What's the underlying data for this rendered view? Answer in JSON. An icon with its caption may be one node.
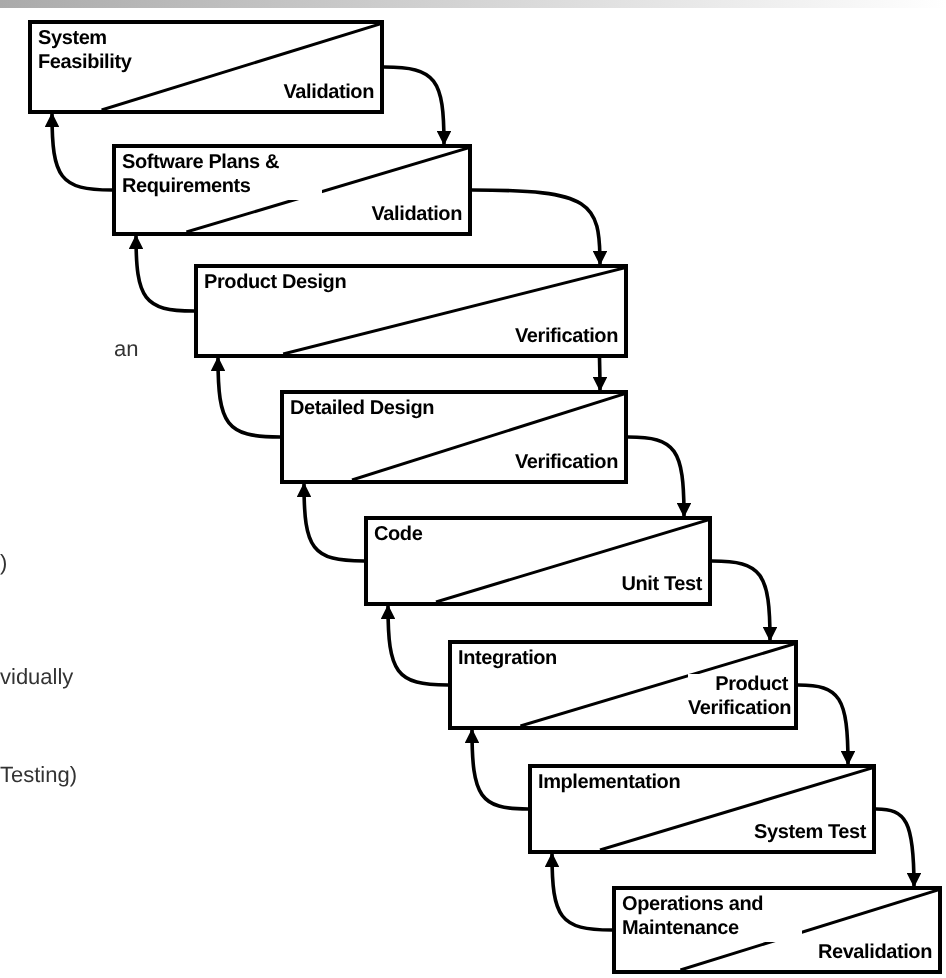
{
  "diagram": {
    "nodes": [
      {
        "text": [
          "System Feasibility",
          "Validation"
        ]
      },
      {
        "text": [
          "Software Plans & Requirements",
          "Validation"
        ]
      },
      {
        "text": [
          "Product Design",
          "Verification"
        ]
      },
      {
        "text": [
          "Detailed Design",
          "Verification"
        ]
      },
      {
        "text": [
          "Code",
          "Unit Test"
        ]
      },
      {
        "text": [
          "Integration",
          "Product Verification"
        ]
      },
      {
        "text": [
          "Implementation",
          "System Test"
        ]
      },
      {
        "text": [
          "Operations and Maintenance",
          "Revalidation"
        ]
      }
    ],
    "edges": [
      {
        "from": 0,
        "to": 1,
        "arrow": "to"
      },
      {
        "from": 1,
        "to": 0,
        "arrow": "to"
      },
      {
        "from": 1,
        "to": 2,
        "arrow": "to"
      },
      {
        "from": 2,
        "to": 1,
        "arrow": "to"
      },
      {
        "from": 2,
        "to": 3,
        "arrow": "to"
      },
      {
        "from": 3,
        "to": 2,
        "arrow": "to"
      },
      {
        "from": 3,
        "to": 4,
        "arrow": "to"
      },
      {
        "from": 4,
        "to": 3,
        "arrow": "to"
      },
      {
        "from": 4,
        "to": 5,
        "arrow": "to"
      },
      {
        "from": 5,
        "to": 4,
        "arrow": "to"
      },
      {
        "from": 5,
        "to": 6,
        "arrow": "to"
      },
      {
        "from": 6,
        "to": 5,
        "arrow": "to"
      },
      {
        "from": 6,
        "to": 7,
        "arrow": "to"
      },
      {
        "from": 7,
        "to": 6,
        "arrow": "to"
      }
    ],
    "labels": [
      "an",
      ")",
      "vidually",
      "Testing)"
    ]
  }
}
